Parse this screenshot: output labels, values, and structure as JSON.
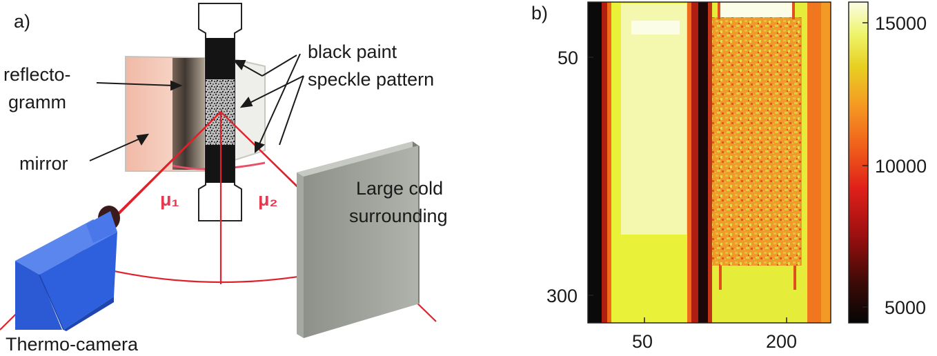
{
  "panel_a": {
    "label": "a)",
    "text_reflectogramm_1": "reflecto-",
    "text_reflectogramm_2": "gramm",
    "text_mirror": "mirror",
    "text_paint_1": "black paint",
    "text_paint_2": "speckle pattern",
    "text_mu1": "μ₁",
    "text_mu2": "μ₂",
    "text_cold_1": "Large cold",
    "text_cold_2": "surrounding",
    "text_camera": "Thermo-camera"
  },
  "panel_b": {
    "label": "b)",
    "y_ticks": [
      "50",
      "300"
    ],
    "x_ticks": [
      "50",
      "200"
    ],
    "colorbar_ticks": [
      "15000",
      "10000",
      "5000"
    ]
  },
  "colors": {
    "line_red": "#e0202a",
    "camera_blue": "#3a6fe6",
    "plate_gray": "#9c9e98",
    "mirror_pink": "#f0b8a8"
  }
}
